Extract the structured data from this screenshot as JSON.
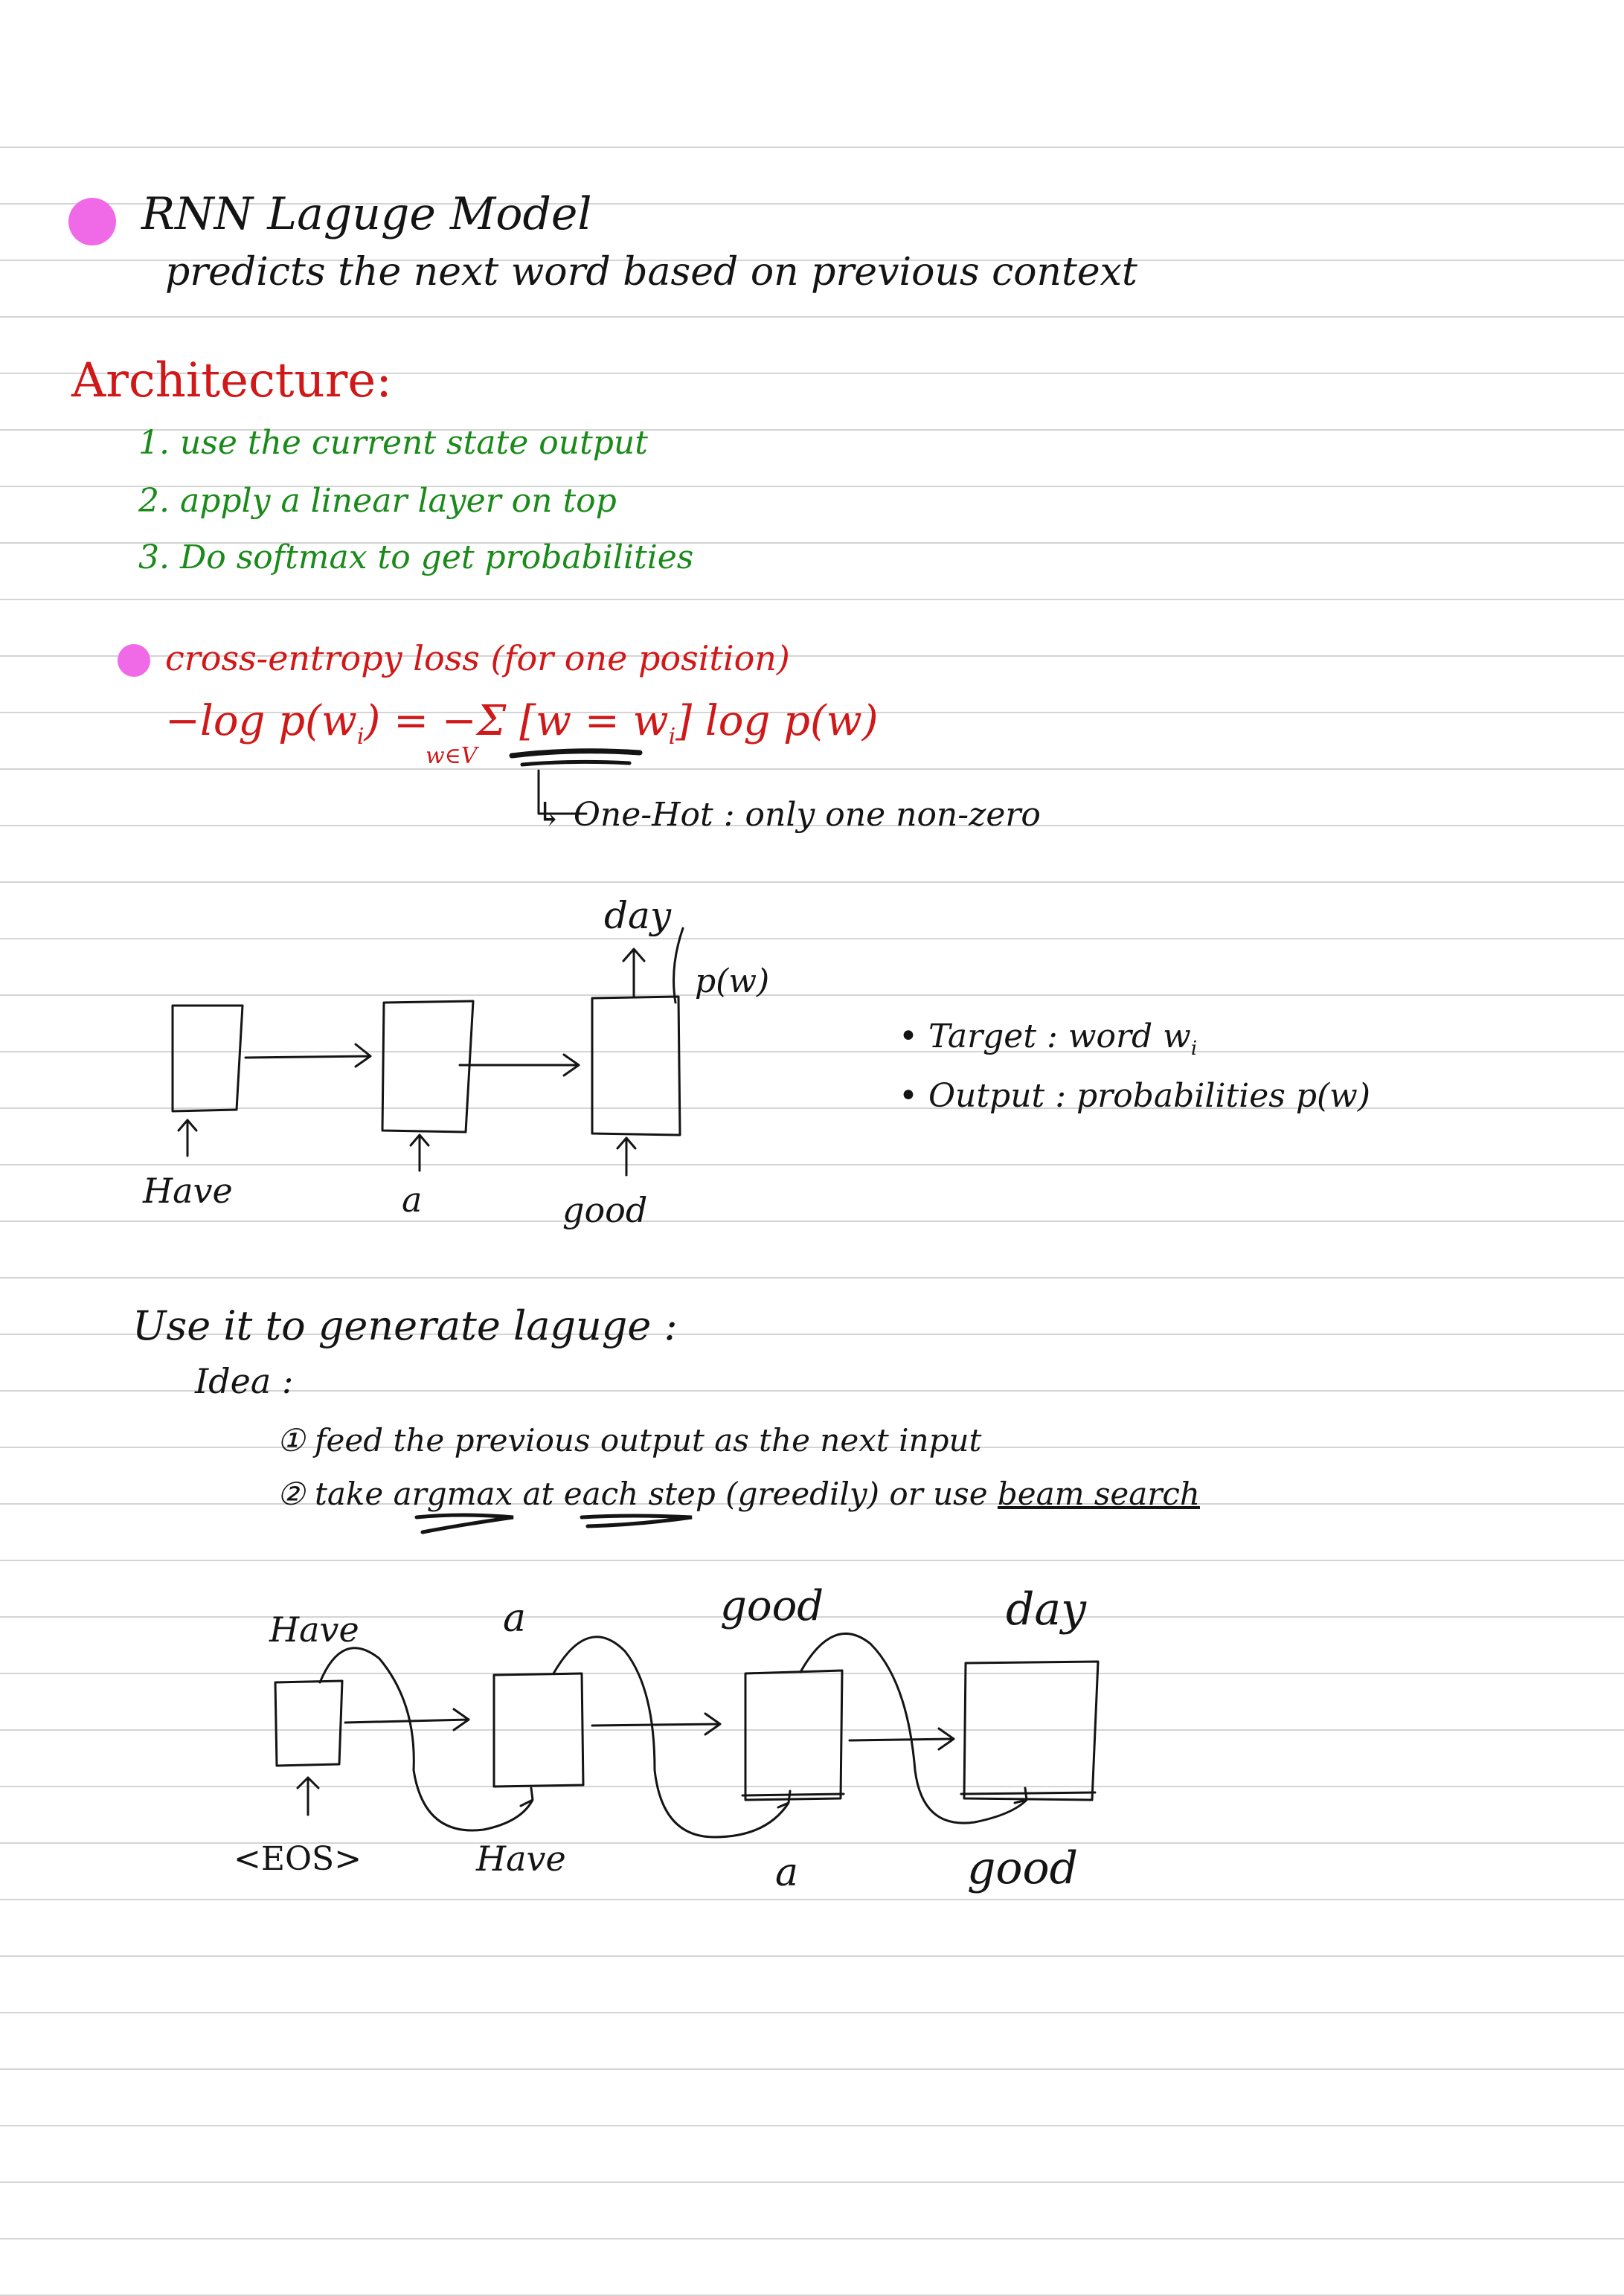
{
  "page": {
    "title": "RNN Laguge Model",
    "subtitle": "predicts the next word based on previous context"
  },
  "architecture": {
    "heading": "Architecture:",
    "steps": [
      "1. use the current state output",
      "2. apply a linear layer on top",
      "3. Do softmax to get probabilities"
    ]
  },
  "loss": {
    "heading": "cross-entropy loss (for one position)",
    "formula_left": "−log p(w",
    "formula_sub_i": "i",
    "formula_eq": ") = −",
    "sigma": "Σ",
    "sigma_sub": "w∈V",
    "bracket": "[w = w",
    "bracket_close": "] log p(w)",
    "one_hot_note": "↳ One-Hot : only one non-zero"
  },
  "diagram1": {
    "inputs": [
      "Have",
      "a",
      "good"
    ],
    "output_word": "day",
    "output_label": "p(w)"
  },
  "notes": {
    "target": "• Target : word w",
    "target_sub": "i",
    "output": "• Output : probabilities p(w)"
  },
  "generate": {
    "heading": "Use it to generate laguge :",
    "idea": "Idea :",
    "step1": "① feed the previous output as the next input",
    "step2_prefix": "② take ",
    "step2_argmax": "argmax",
    "step2_mid": " at ",
    "step2_each": "each step",
    "step2_mid2": " (greedily) or use ",
    "step2_beam": "beam search"
  },
  "diagram2": {
    "outputs": [
      "Have",
      "a",
      "good",
      "day"
    ],
    "inputs": [
      "<EOS>",
      "Have",
      "a",
      "good"
    ]
  },
  "colors": {
    "ink": "#141414",
    "red": "#d01818",
    "green": "#1a8a1a",
    "bullet_pink": "#f06ae8",
    "rule_line": "#d4d4d4"
  }
}
